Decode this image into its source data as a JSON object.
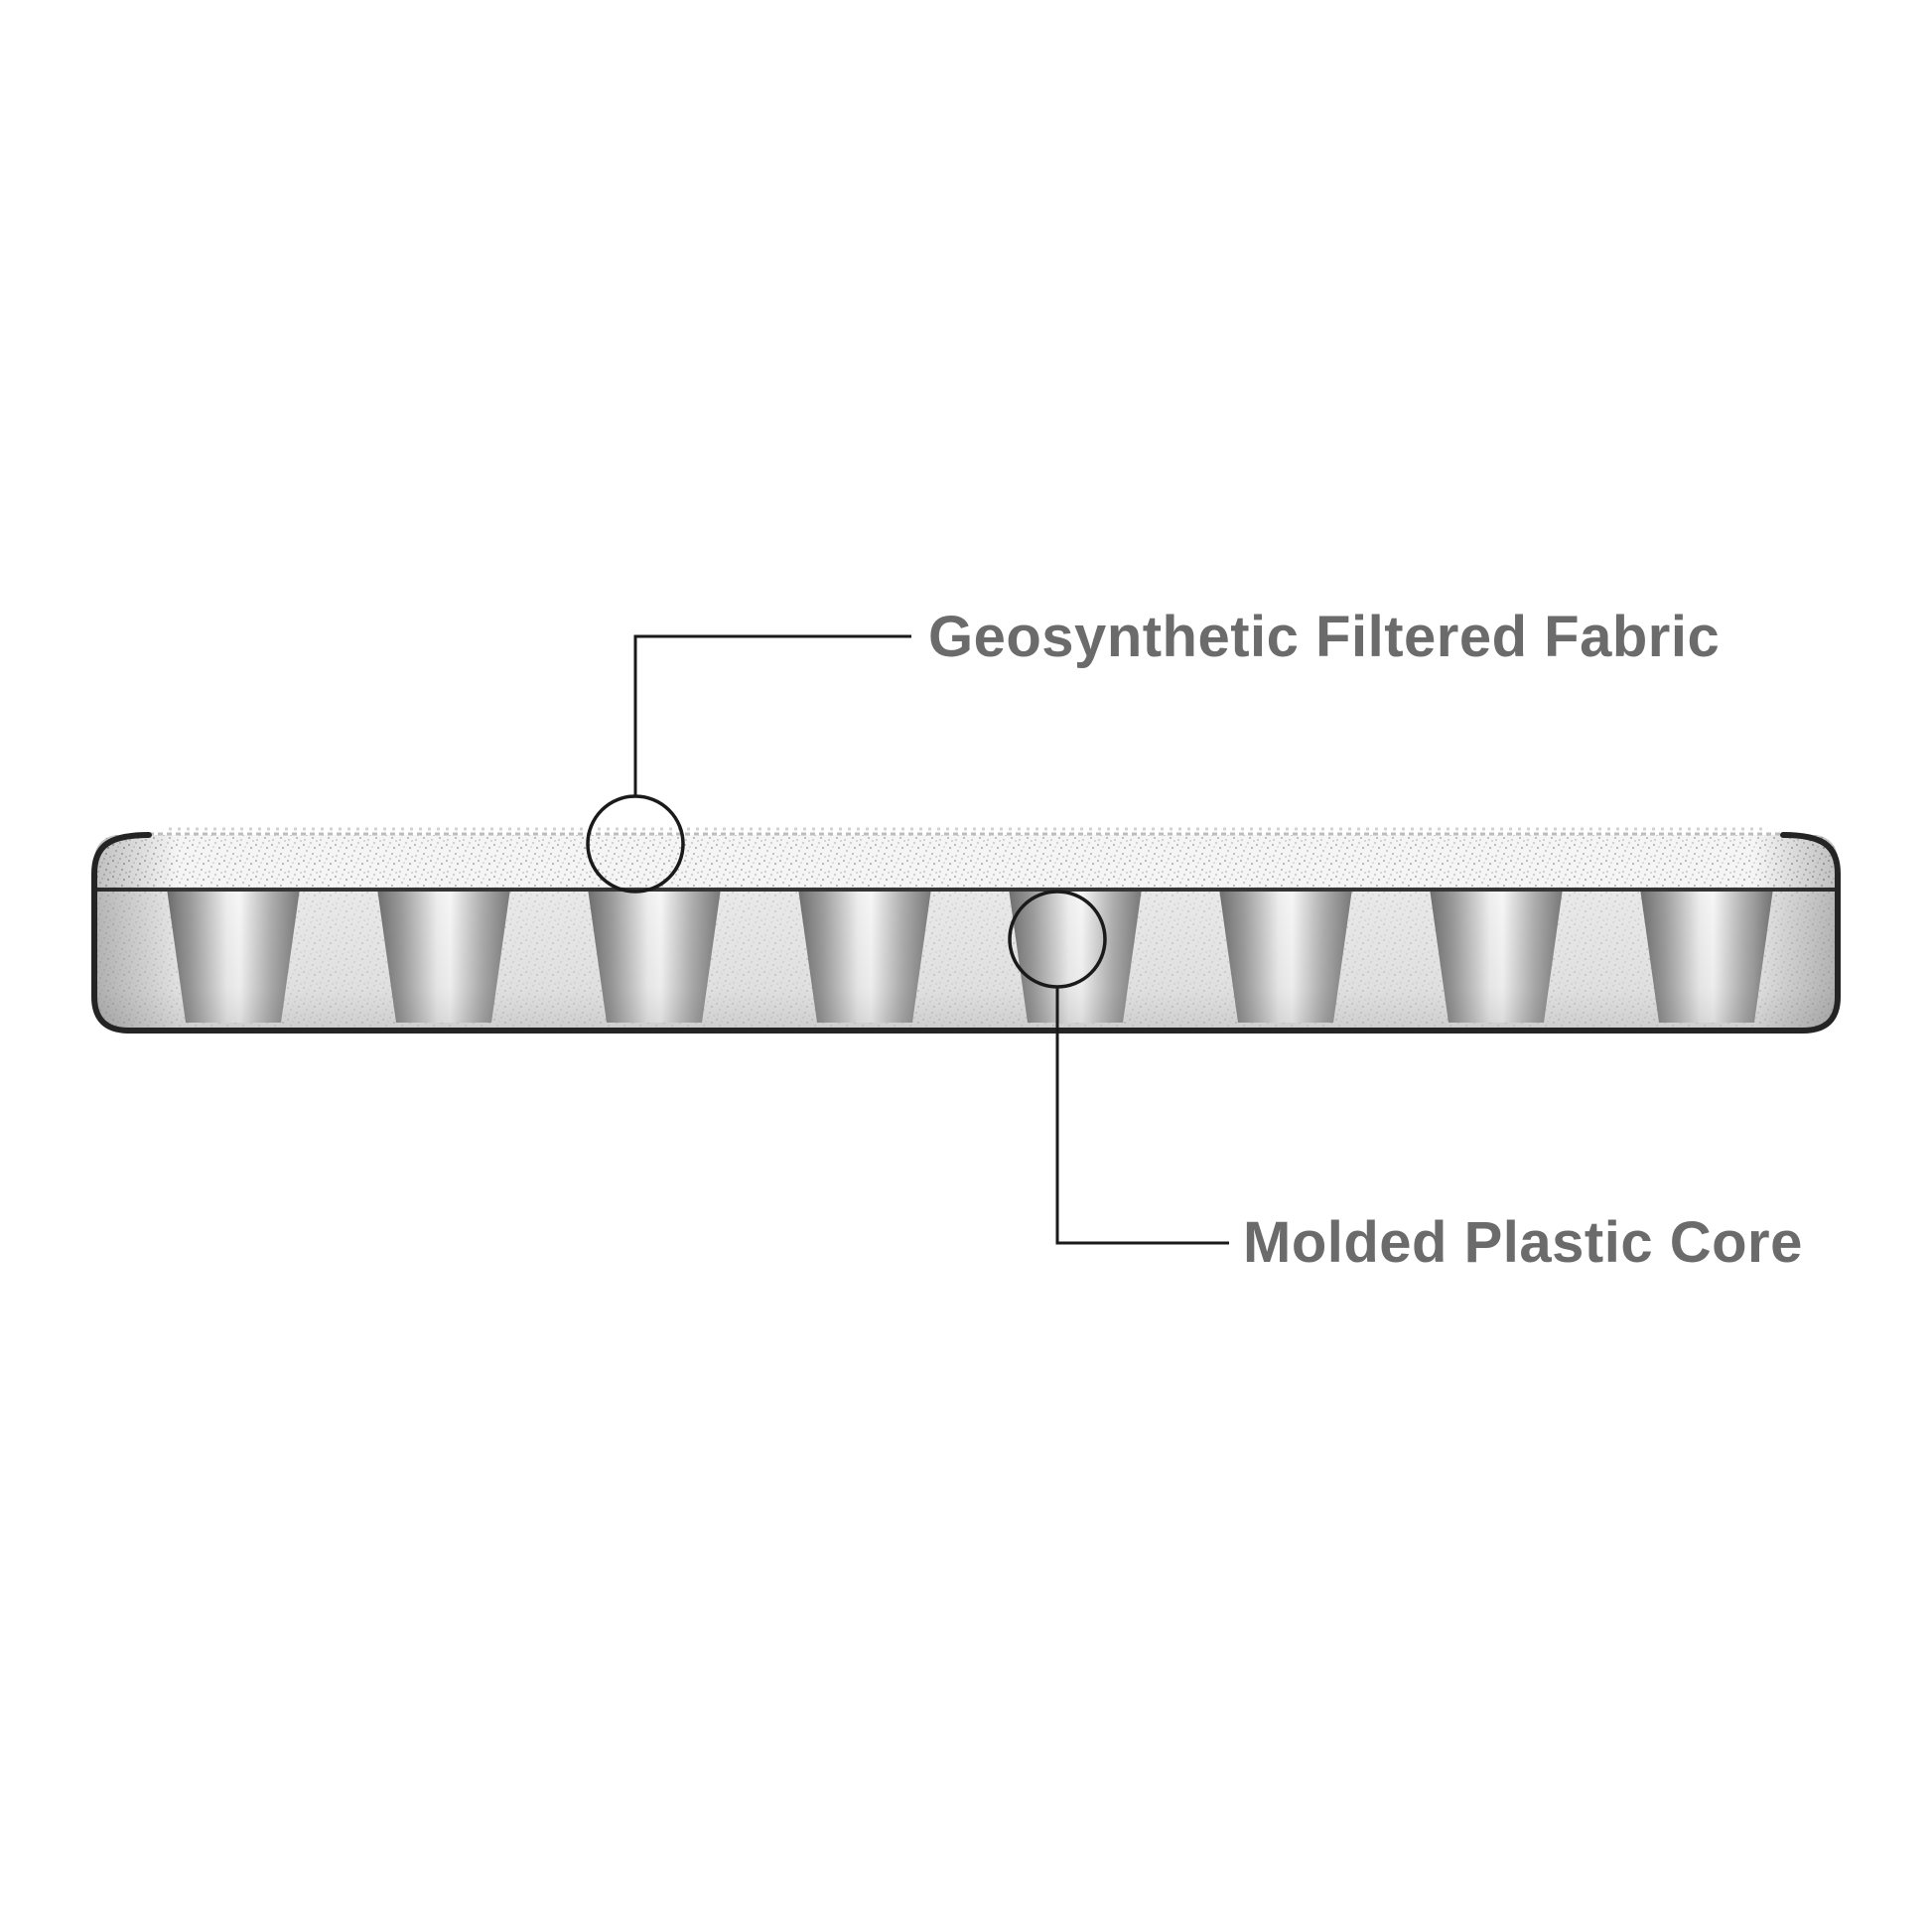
{
  "page": {
    "background": "#ffffff"
  },
  "diagram": {
    "type": "labeled-cross-section",
    "subject": "drainage-mat-cross-section",
    "labels": {
      "fabric": "Geosynthetic Filtered Fabric",
      "core": "Molded Plastic Core"
    },
    "colors": {
      "label_text": "#6b6b6b",
      "outline": "#242424",
      "callout": "#1a1a1a",
      "body_fill": "#e9e9e9",
      "fabric_fill": "#f5f5f5",
      "cone_dark": "#6e6e6e",
      "cone_light": "#f6f6f6"
    }
  }
}
